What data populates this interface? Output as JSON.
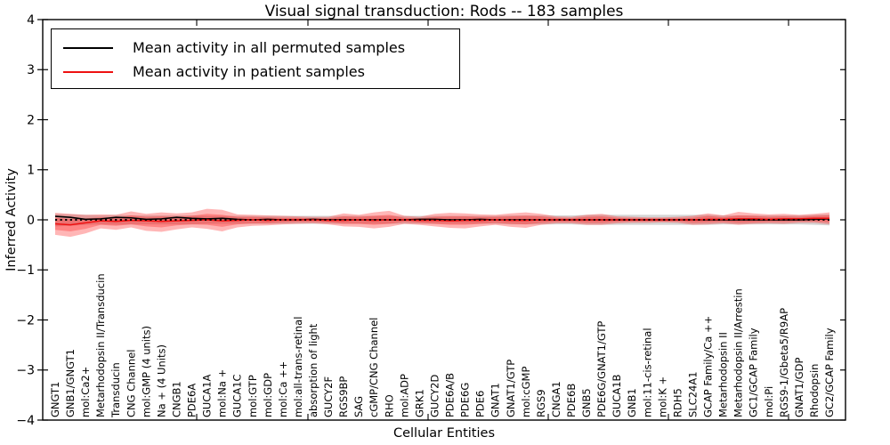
{
  "figure": {
    "title": "Visual signal transduction: Rods -- 183 samples",
    "xlabel": "Cellular Entities",
    "ylabel": "Inferred Activity",
    "legend": [
      {
        "label": "Mean activity in all permuted samples",
        "color": "#000000"
      },
      {
        "label": "Mean activity in patient samples",
        "color": "#ee1111"
      }
    ]
  },
  "chart_data": {
    "type": "line",
    "title": "Visual signal transduction: Rods -- 183 samples",
    "xlabel": "Cellular Entities",
    "ylabel": "Inferred Activity",
    "ylim": [
      -4,
      4
    ],
    "yticks": [
      -4,
      -3,
      -2,
      -1,
      0,
      1,
      2,
      3,
      4
    ],
    "grid": false,
    "legend_position": "upper left",
    "colors": {
      "permuted_line": "#000000",
      "patient_line": "#ee1111",
      "patient_band": "#ff2020",
      "permuted_band": "#888888"
    },
    "categories": [
      "GNGT1",
      "GNB1/GNGT1",
      "mol:Ca2+",
      "Metarhodopsin II/Transducin",
      "Transducin",
      "CNG Channel",
      "mol:GMP (4 units)",
      "Na + (4 Units)",
      "CNGB1",
      "PDE6A",
      "GUCA1A",
      "mol:Na +",
      "GUCA1C",
      "mol:GTP",
      "mol:GDP",
      "mol:Ca ++",
      "mol:all-trans-retinal",
      "absorption of light",
      "GUCY2F",
      "RGS9BP",
      "SAG",
      "cGMP/CNG Channel",
      "RHO",
      "mol:ADP",
      "GRK1",
      "GUCY2D",
      "PDE6A/B",
      "PDE6G",
      "PDE6",
      "GNAT1",
      "GNAT1/GTP",
      "mol:cGMP",
      "RGS9",
      "CNGA1",
      "PDE6B",
      "GNB5",
      "PDE6G/GNAT1/GTP",
      "GUCA1B",
      "GNB1",
      "mol:11-cis-retinal",
      "mol:K +",
      "RDH5",
      "SLC24A1",
      "GCAP Family/Ca ++",
      "Metarhodopsin II",
      "Metarhodopsin II/Arrestin",
      "GC1/GCAP Family",
      "mol:Pi",
      "RGS9-1/Gbeta5/R9AP",
      "GNAT1/GDP",
      "Rhodopsin",
      "GC2/GCAP Family"
    ],
    "series": [
      {
        "name": "Mean activity in all permuted samples",
        "color": "#000000",
        "style": "solid",
        "values": [
          0.07,
          0.05,
          0.01,
          0.02,
          0.05,
          0.04,
          0.01,
          0.02,
          0.05,
          0.03,
          0.02,
          0.03,
          0.01,
          0.0,
          0.01,
          0.0,
          0.0,
          0.01,
          0.0,
          0.0,
          0.0,
          0.0,
          0.0,
          0.0,
          0.01,
          0.01,
          0.0,
          0.0,
          0.01,
          0.0,
          0.0,
          0.0,
          0.0,
          0.0,
          0.0,
          0.0,
          0.0,
          0.0,
          0.0,
          0.0,
          0.0,
          0.0,
          0.0,
          0.0,
          0.0,
          0.0,
          0.0,
          0.0,
          0.0,
          0.0,
          0.01,
          0.02
        ]
      },
      {
        "name": "Mean activity in patient samples",
        "color": "#ee1111",
        "style": "solid",
        "values": [
          -0.08,
          -0.1,
          -0.06,
          -0.02,
          -0.03,
          -0.01,
          -0.02,
          -0.03,
          -0.02,
          -0.01,
          0.0,
          -0.02,
          -0.01,
          0.0,
          -0.01,
          0.0,
          0.0,
          0.0,
          -0.01,
          -0.01,
          0.0,
          -0.01,
          0.0,
          0.0,
          -0.01,
          -0.01,
          -0.02,
          -0.01,
          -0.01,
          0.0,
          -0.01,
          -0.01,
          0.0,
          0.0,
          0.0,
          0.0,
          0.0,
          0.0,
          0.0,
          0.0,
          0.0,
          0.0,
          0.0,
          0.01,
          0.01,
          0.02,
          0.02,
          0.01,
          0.02,
          0.02,
          0.03,
          0.03
        ]
      }
    ],
    "reference_line": {
      "y": 0,
      "style": "dotted",
      "color": "#000000"
    },
    "bands": [
      {
        "name": "permuted-envelope",
        "color": "#888888",
        "opacity": 0.35,
        "upper": [
          0.12,
          0.11,
          0.1,
          0.09,
          0.1,
          0.09,
          0.09,
          0.09,
          0.09,
          0.09,
          0.08,
          0.08,
          0.08,
          0.08,
          0.08,
          0.08,
          0.08,
          0.08,
          0.08,
          0.08,
          0.08,
          0.08,
          0.08,
          0.08,
          0.08,
          0.08,
          0.08,
          0.08,
          0.08,
          0.08,
          0.09,
          0.09,
          0.09,
          0.09,
          0.09,
          0.1,
          0.1,
          0.1,
          0.1,
          0.1,
          0.1,
          0.1,
          0.1,
          0.1,
          0.09,
          0.09,
          0.09,
          0.09,
          0.09,
          0.09,
          0.1,
          0.11
        ],
        "lower": [
          -0.13,
          -0.12,
          -0.1,
          -0.09,
          -0.1,
          -0.09,
          -0.09,
          -0.09,
          -0.09,
          -0.09,
          -0.08,
          -0.08,
          -0.08,
          -0.08,
          -0.08,
          -0.08,
          -0.08,
          -0.08,
          -0.08,
          -0.08,
          -0.08,
          -0.08,
          -0.08,
          -0.08,
          -0.08,
          -0.08,
          -0.08,
          -0.08,
          -0.08,
          -0.08,
          -0.09,
          -0.09,
          -0.09,
          -0.09,
          -0.09,
          -0.1,
          -0.1,
          -0.1,
          -0.1,
          -0.1,
          -0.1,
          -0.1,
          -0.1,
          -0.1,
          -0.09,
          -0.09,
          -0.09,
          -0.09,
          -0.09,
          -0.09,
          -0.1,
          -0.11
        ]
      },
      {
        "name": "patient-envelope-outer",
        "color": "#ff2020",
        "opacity": 0.33,
        "upper": [
          0.14,
          0.12,
          0.1,
          0.11,
          0.1,
          0.17,
          0.12,
          0.15,
          0.13,
          0.15,
          0.22,
          0.2,
          0.11,
          0.1,
          0.09,
          0.08,
          0.07,
          0.06,
          0.06,
          0.13,
          0.1,
          0.15,
          0.18,
          0.08,
          0.06,
          0.12,
          0.14,
          0.13,
          0.11,
          0.1,
          0.13,
          0.15,
          0.12,
          0.07,
          0.06,
          0.1,
          0.12,
          0.07,
          0.06,
          0.05,
          0.05,
          0.06,
          0.08,
          0.13,
          0.09,
          0.16,
          0.13,
          0.11,
          0.12,
          0.1,
          0.12,
          0.15
        ],
        "lower": [
          -0.3,
          -0.34,
          -0.27,
          -0.17,
          -0.2,
          -0.15,
          -0.22,
          -0.24,
          -0.19,
          -0.15,
          -0.18,
          -0.23,
          -0.15,
          -0.12,
          -0.11,
          -0.09,
          -0.08,
          -0.07,
          -0.09,
          -0.13,
          -0.14,
          -0.17,
          -0.14,
          -0.08,
          -0.1,
          -0.13,
          -0.16,
          -0.17,
          -0.13,
          -0.1,
          -0.14,
          -0.16,
          -0.1,
          -0.07,
          -0.07,
          -0.1,
          -0.1,
          -0.07,
          -0.06,
          -0.06,
          -0.05,
          -0.06,
          -0.1,
          -0.09,
          -0.07,
          -0.1,
          -0.08,
          -0.07,
          -0.08,
          -0.06,
          -0.06,
          -0.09
        ]
      },
      {
        "name": "patient-envelope-inner",
        "color": "#ff2020",
        "opacity": 0.33,
        "upper": [
          0.04,
          0.02,
          0.03,
          0.05,
          0.04,
          0.09,
          0.06,
          0.07,
          0.06,
          0.08,
          0.12,
          0.1,
          0.06,
          0.06,
          0.05,
          0.04,
          0.04,
          0.03,
          0.03,
          0.07,
          0.06,
          0.08,
          0.1,
          0.04,
          0.03,
          0.06,
          0.07,
          0.07,
          0.06,
          0.06,
          0.07,
          0.08,
          0.07,
          0.04,
          0.03,
          0.06,
          0.07,
          0.04,
          0.03,
          0.03,
          0.03,
          0.03,
          0.04,
          0.08,
          0.05,
          0.09,
          0.08,
          0.06,
          0.07,
          0.06,
          0.08,
          0.09
        ],
        "lower": [
          -0.2,
          -0.23,
          -0.18,
          -0.1,
          -0.12,
          -0.09,
          -0.13,
          -0.15,
          -0.11,
          -0.09,
          -0.1,
          -0.14,
          -0.09,
          -0.07,
          -0.07,
          -0.05,
          -0.04,
          -0.04,
          -0.05,
          -0.08,
          -0.08,
          -0.1,
          -0.08,
          -0.04,
          -0.06,
          -0.08,
          -0.1,
          -0.1,
          -0.08,
          -0.06,
          -0.08,
          -0.09,
          -0.06,
          -0.04,
          -0.04,
          -0.06,
          -0.06,
          -0.04,
          -0.03,
          -0.03,
          -0.03,
          -0.03,
          -0.06,
          -0.05,
          -0.04,
          -0.06,
          -0.05,
          -0.04,
          -0.04,
          -0.03,
          -0.03,
          -0.05
        ]
      }
    ]
  }
}
